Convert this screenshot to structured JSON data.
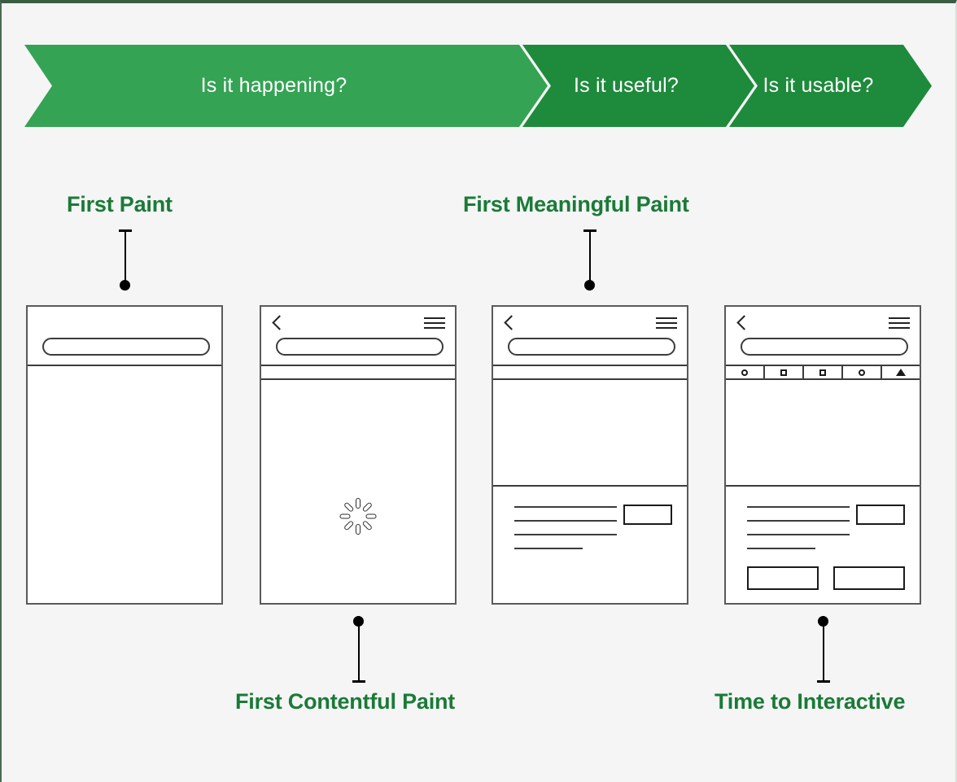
{
  "colors": {
    "background": "#f4f5f4",
    "phase_light_green": "#34a353",
    "phase_dark_green": "#1e8a3c",
    "label_green": "#1a7a38",
    "wireframe_stroke": "#3c3c3c",
    "connector_black": "#000000",
    "page_border_top": "#3a5c42"
  },
  "banner": {
    "phases": [
      {
        "label": "Is it happening?",
        "shade": "light"
      },
      {
        "label": "Is it useful?",
        "shade": "dark"
      },
      {
        "label": "Is it usable?",
        "shade": "dark"
      }
    ]
  },
  "metrics": [
    {
      "key": "fp",
      "label": "First Paint",
      "position": "above",
      "frame": 0
    },
    {
      "key": "fmp",
      "label": "First Meaningful Paint",
      "position": "above",
      "frame": 2
    },
    {
      "key": "fcp",
      "label": "First Contentful Paint",
      "position": "below",
      "frame": 1
    },
    {
      "key": "tti",
      "label": "Time to Interactive",
      "position": "below",
      "frame": 3
    }
  ],
  "frames": [
    {
      "name": "first-paint-frame",
      "has_back_icon": false,
      "has_menu_icon": false,
      "has_url_pill": true,
      "has_toolbar": false,
      "toolbar_icons": [],
      "body": "empty"
    },
    {
      "name": "first-contentful-paint-frame",
      "has_back_icon": true,
      "has_menu_icon": true,
      "has_url_pill": true,
      "has_toolbar": true,
      "toolbar_icons": [],
      "body": "spinner"
    },
    {
      "name": "first-meaningful-paint-frame",
      "has_back_icon": true,
      "has_menu_icon": true,
      "has_url_pill": true,
      "has_toolbar": true,
      "toolbar_icons": [],
      "body": "content",
      "text_lines": 4,
      "has_side_box": true,
      "has_cta_row": false
    },
    {
      "name": "time-to-interactive-frame",
      "has_back_icon": true,
      "has_menu_icon": true,
      "has_url_pill": true,
      "has_toolbar": true,
      "toolbar_icons": [
        "circle-icon",
        "square-icon",
        "square-icon",
        "circle-icon",
        "triangle-icon"
      ],
      "body": "content",
      "text_lines": 4,
      "has_side_box": true,
      "has_cta_row": true,
      "cta_count": 2
    }
  ]
}
